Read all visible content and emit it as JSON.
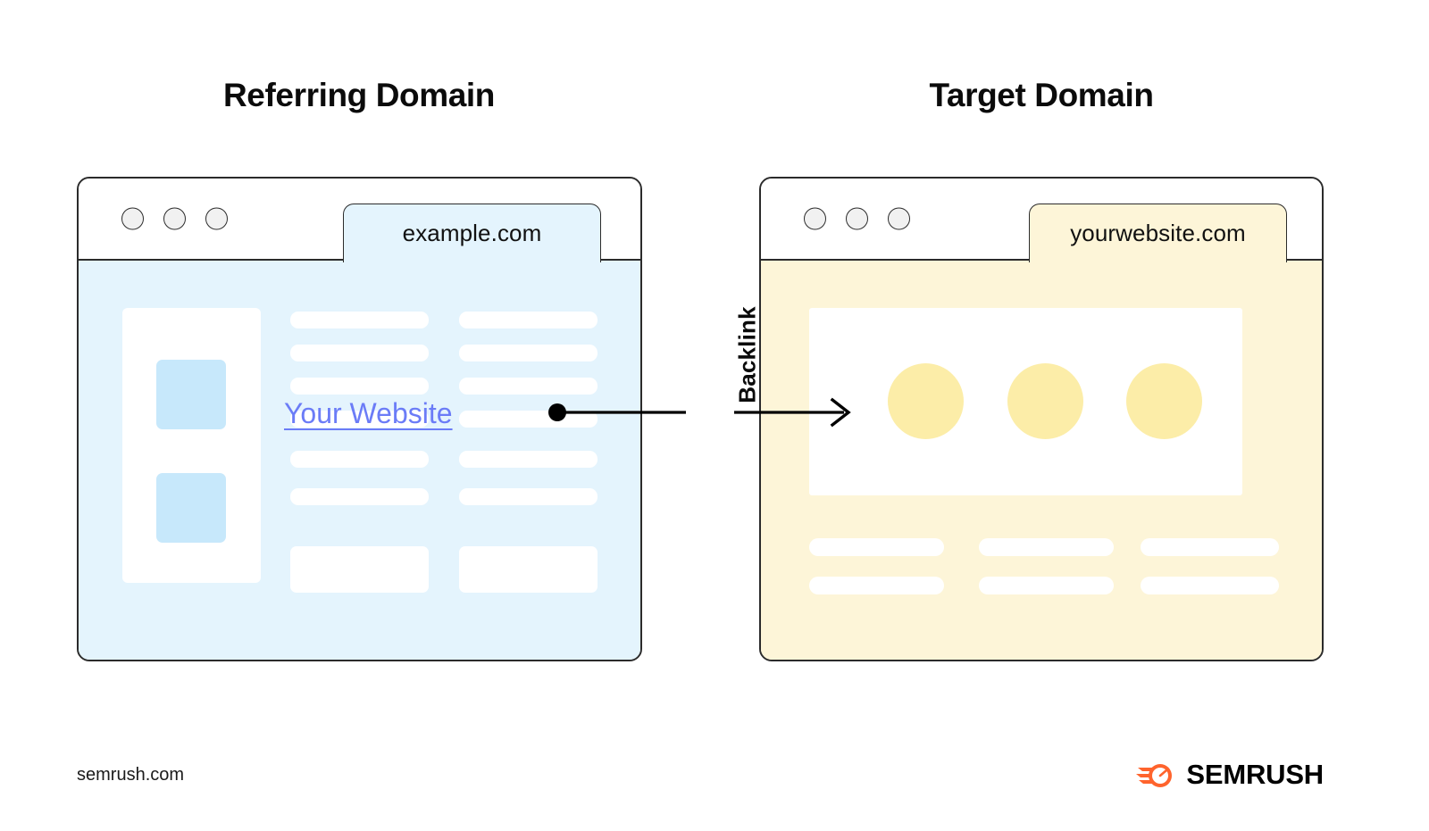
{
  "diagram": {
    "columns": [
      {
        "heading": "Referring Domain",
        "tab_label": "example.com"
      },
      {
        "heading": "Target Domain",
        "tab_label": "yourwebsite.com"
      }
    ],
    "link_text": "Your Website",
    "connector_label": "Backlink"
  },
  "referring_window": {
    "heading": "Referring Domain",
    "tab_label": "example.com",
    "window_dot_count": 3,
    "sidebar_block_count": 2,
    "text_bar_columns": 2,
    "text_bars_per_column": 6,
    "bottom_block_count": 2,
    "link_text": "Your Website"
  },
  "target_window": {
    "heading": "Target Domain",
    "tab_label": "yourwebsite.com",
    "window_dot_count": 3,
    "circle_count": 3,
    "text_bar_columns": 3,
    "text_bars_per_column": 2
  },
  "footer": {
    "url": "semrush.com",
    "brand": "SEMRUSH"
  },
  "colors": {
    "referring_page_bg": "#e4f4fd",
    "referring_accent": "#c7e8fb",
    "target_page_bg": "#fdf5d8",
    "target_accent": "#fceda8",
    "link": "#6b7cf7",
    "outline": "#2b2b2b",
    "brand_orange": "#ff642d",
    "text": "#0b0b0b"
  },
  "icons": {
    "window_dot": "window-dot",
    "arrow": "arrow-right-icon",
    "link_endpoint": "link-endpoint-dot",
    "brand_mark": "semrush-comet-icon"
  }
}
